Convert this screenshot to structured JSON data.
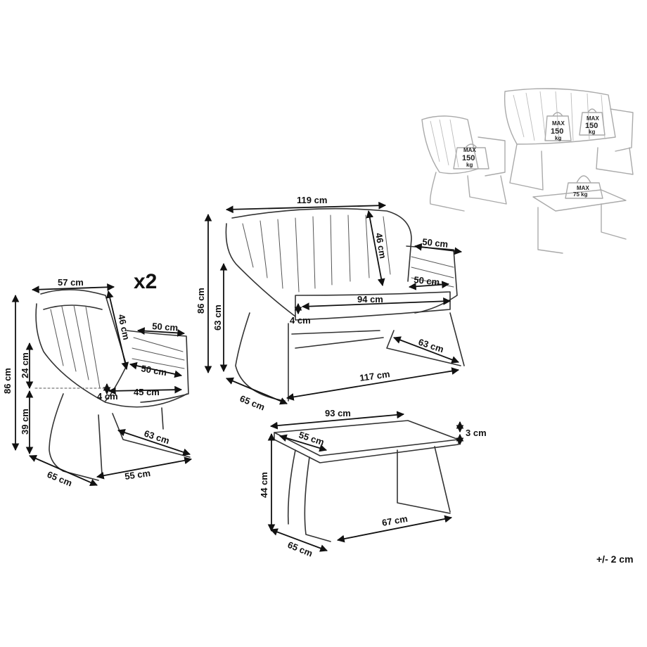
{
  "multiplier": "x2",
  "tolerance": "+/- 2 cm",
  "armchair": {
    "width": "57 cm",
    "backrest": "46 cm",
    "armrest_depth": "50 cm",
    "armrest_width": "50 cm",
    "seat_width": "45 cm",
    "cushion": "4 cm",
    "total_height": "86 cm",
    "backrest_height": "24 cm",
    "seat_height": "39 cm",
    "base_depth": "63 cm",
    "depth": "65 cm",
    "base_width": "55 cm"
  },
  "sofa": {
    "width": "119 cm",
    "backrest": "46 cm",
    "armrest_depth": "50 cm",
    "armrest_width": "50 cm",
    "seat_width": "94 cm",
    "cushion": "4 cm",
    "total_height": "86 cm",
    "armrest_height": "63 cm",
    "base_depth": "63 cm",
    "base_width": "117 cm",
    "depth": "65 cm"
  },
  "table": {
    "width": "93 cm",
    "depth_top": "55 cm",
    "top_thickness": "3 cm",
    "height": "44 cm",
    "base_width": "67 cm",
    "depth": "65 cm"
  },
  "load_labels": {
    "chair": {
      "max": "MAX",
      "value": "150",
      "unit": "kg"
    },
    "sofa_left": {
      "max": "MAX",
      "value": "150",
      "unit": "kg"
    },
    "sofa_right": {
      "max": "MAX",
      "value": "150",
      "unit": "kg"
    },
    "table": {
      "max": "MAX",
      "value": "75 kg"
    }
  },
  "icons": [
    "weight-icon"
  ]
}
